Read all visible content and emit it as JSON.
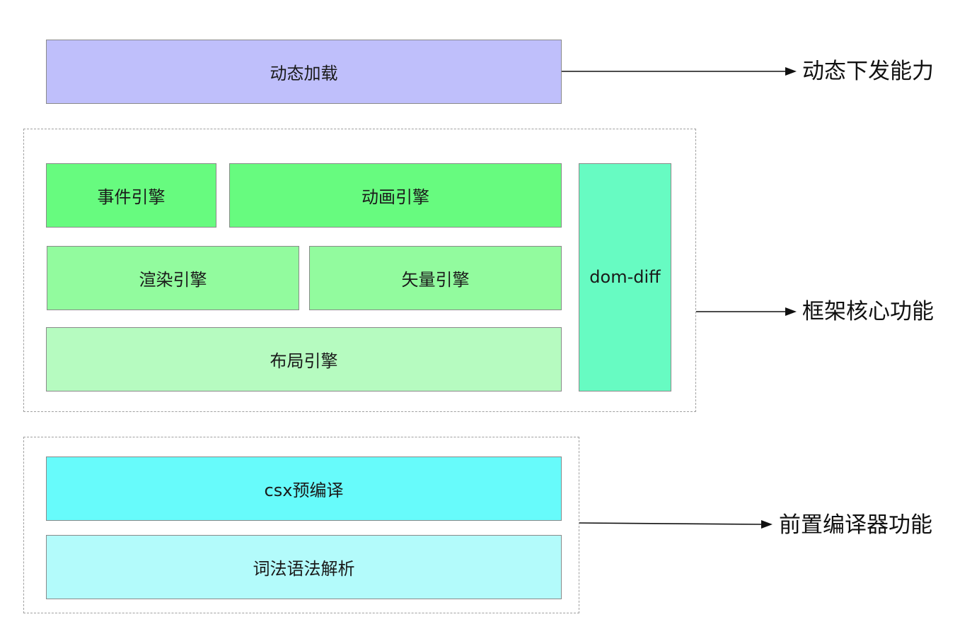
{
  "top": {
    "box_label": "动态加载",
    "box_color": "#bfbffb",
    "caption": "动态下发能力"
  },
  "core": {
    "caption": "框架核心功能",
    "event": {
      "label": "事件引擎",
      "color": "#67fb7f"
    },
    "animation": {
      "label": "动画引擎",
      "color": "#67fb7f"
    },
    "render": {
      "label": "渲染引擎",
      "color": "#92fb9e"
    },
    "vector": {
      "label": "矢量引擎",
      "color": "#92fb9e"
    },
    "layout": {
      "label": "布局引擎",
      "color": "#b6fbc0"
    },
    "domdiff": {
      "label": "dom-diff",
      "color": "#67fbc2"
    }
  },
  "compiler": {
    "caption": "前置编译器功能",
    "csx": {
      "label": "csx预编译",
      "color": "#67fbfb"
    },
    "lexer": {
      "label": "词法语法解析",
      "color": "#b3fbfb"
    }
  }
}
